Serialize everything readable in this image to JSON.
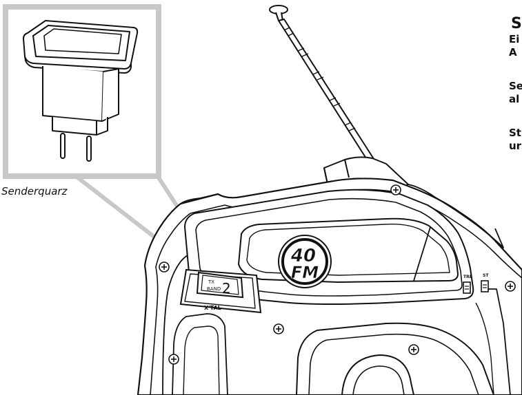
{
  "figure": {
    "crystal_label": "Senderquarz",
    "fm_badge": {
      "top": "40",
      "bottom": "FM"
    },
    "crystal_slot": {
      "tx": "TX",
      "band": "BAND",
      "number": "2",
      "xtal": "X'TAL"
    },
    "switch_labels": {
      "left": "TRL",
      "right": "ST"
    }
  },
  "side_text": {
    "heading": "S",
    "paragraphs": [
      [
        "Ei",
        "A"
      ],
      [
        "Se",
        "al"
      ],
      [
        "St",
        "ur"
      ]
    ]
  }
}
